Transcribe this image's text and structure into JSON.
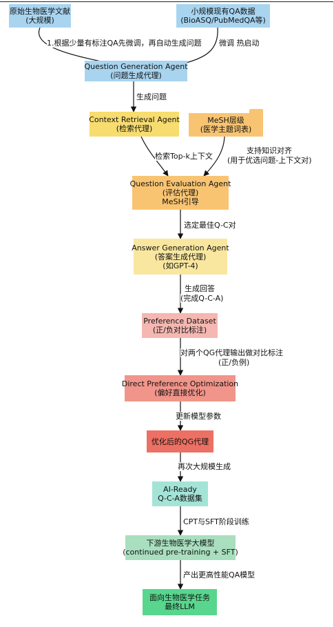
{
  "nodes": {
    "source_literature": {
      "line1": "原始生物医学文献",
      "line2": "(大规模)",
      "color": "#a8d4f0"
    },
    "seed_qa": {
      "line1": "小规模现有QA数据",
      "line2": "(BioASQ/PubMedQA等)",
      "color": "#a8d4f0"
    },
    "qg_agent": {
      "line1": "Question Generation Agent",
      "line2": "(问题生成代理)",
      "color": "#a8d4f0"
    },
    "context_agent": {
      "line1": "Context Retrieval Agent",
      "line2": "(检索代理)",
      "color": "#f7dc6f"
    },
    "mesh": {
      "line1": "MeSH层级",
      "line2": "(医学主题词表)",
      "color": "#f8c471"
    },
    "qe_agent": {
      "line1": "Question Evaluation Agent",
      "line2": "(评估代理)",
      "line3": "MeSH引导",
      "color": "#f8c471"
    },
    "ag_agent": {
      "line1": "Answer Generation Agent",
      "line2": "(答案生成代理)",
      "line3": "(如GPT-4)",
      "color": "#f9e79f"
    },
    "pref_dataset": {
      "line1": "Preference Dataset",
      "line2": "(正/负对比标注)",
      "color": "#f5b7b1"
    },
    "dpo": {
      "line1": "Direct Preference Optimization",
      "line2": "(偏好直接优化)",
      "color": "#f1948a"
    },
    "optimized_qg": {
      "line1": "优化后的QG代理",
      "color": "#ec7063"
    },
    "ai_ready": {
      "line1": "AI-Ready",
      "line2": "Q-C-A数据集",
      "color": "#a3e4d7"
    },
    "downstream": {
      "line1": "下游生物医学大模型",
      "line2": "(continued pre-training + SFT)",
      "color": "#a9dfbf"
    },
    "final_llm": {
      "line1": "面向生物医学任务",
      "line2": "最终LLM",
      "color": "#58d68d"
    }
  },
  "edges": {
    "e1": "1.根据少量有标注QA先微调，再自动生成问题",
    "e2": "微调 热启动",
    "e3": "生成问题",
    "e4": "检索Top-k上下文",
    "e5_line1": "支持知识对齐",
    "e5_line2": "(用于优选问题-上下文对)",
    "e6": "选定最佳Q-C对",
    "e7_line1": "生成回答",
    "e7_line2": "(完成Q-C-A)",
    "e8_line1": "对两个QG代理输出做对比标注",
    "e8_line2": "(正/负例)",
    "e9": "更新模型参数",
    "e10": "再次大规模生成",
    "e11": "CPT与SFT阶段训练",
    "e12": "产出更高性能QA模型"
  }
}
